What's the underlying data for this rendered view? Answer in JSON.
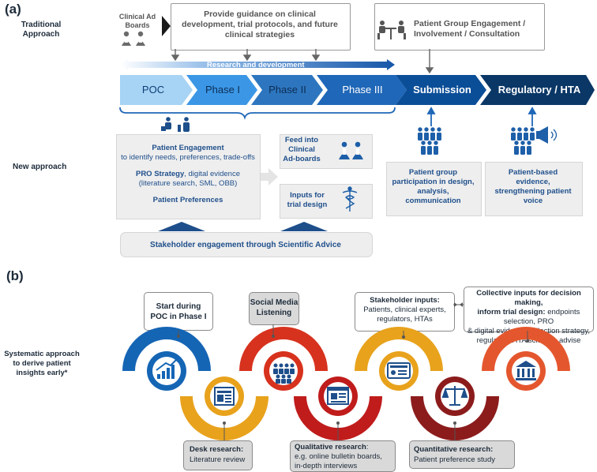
{
  "panel_a": {
    "label": "(a)",
    "traditional_label_1": "Traditional",
    "traditional_label_2": "Approach",
    "clinical_ad_boards_1": "Clinical Ad",
    "clinical_ad_boards_2": "Boards",
    "guidance_1": "Provide guidance on clinical",
    "guidance_2": "development, trial protocols, and future",
    "guidance_3": "clinical strategies",
    "patient_group_1": "Patient Group Engagement /",
    "patient_group_2": "Involvement / Consultation",
    "research_development": "Research and development",
    "phases": [
      "POC",
      "Phase I",
      "Phase II",
      "Phase III",
      "Submission",
      "Regulatory / HTA"
    ],
    "new_approach_label": "New approach",
    "patient_engagement_title": "Patient Engagement",
    "patient_engagement_desc": "to identify needs, preferences, trade-offs",
    "pro_strategy_title": "PRO Strategy",
    "pro_strategy_rest": ", digital evidence",
    "pro_strategy_desc": "(literature search, SML, OBB)",
    "patient_preferences": "Patient Preferences",
    "feed_into_1": "Feed into",
    "feed_into_2": "Clinical",
    "feed_into_3": "Ad-boards",
    "inputs_trial_1": "Inputs for",
    "inputs_trial_2": "trial design",
    "patient_group_participation_1": "Patient group",
    "patient_group_participation_2": "participation in design,",
    "patient_group_participation_3": "analysis,",
    "patient_group_participation_4": "communication",
    "patient_based_1": "Patient-based",
    "patient_based_2": "evidence,",
    "patient_based_3": "strengthening patient",
    "patient_based_4": "voice",
    "stakeholder_bar": "Stakeholder engagement through Scientific Advice"
  },
  "panel_b": {
    "label": "(b)",
    "systematic_1": "Systematic approach",
    "systematic_2": "to derive patient",
    "systematic_3": "insights early*",
    "start_1": "Start during",
    "start_2": "POC in Phase I",
    "sml_1": "Social Media",
    "sml_2": "Listening",
    "stakeholder_title": "Stakeholder inputs:",
    "stakeholder_1": "Patients, clinical experts,",
    "stakeholder_2": "regulators, HTAs",
    "collective_1": "Collective inputs for decision making,",
    "collective_2": "inform trial design:",
    "collective_2b": " endpoints selection, PRO",
    "collective_3": "& digital evidence collection strategy,",
    "collective_4": "regulatory/HTA scientific advise",
    "desk_title": "Desk research:",
    "desk_desc": "Literature review",
    "qual_title": "Qualitative research",
    "qual_colon": ":",
    "qual_desc_1": "e.g. online bulletin boards,",
    "qual_desc_2": "in-depth interviews",
    "quant_title": "Quantitative research:",
    "quant_desc": "Patient preference study"
  },
  "colors": {
    "dark_blue": "#0b3d73",
    "mid_blue": "#1d63b4",
    "light_blue": "#8fc5ef",
    "orange": "#e8a21c",
    "red": "#d7321e",
    "dark_red": "#8c1c1c",
    "red_orange": "#e4572e"
  },
  "icons": [
    "doctors-icon",
    "patients-meeting-icon",
    "doctor-patient-icon",
    "crowd-icon",
    "megaphone-icon",
    "caduceus-icon",
    "growth-chart-icon",
    "newspaper-icon",
    "browser-icon",
    "id-card-icon",
    "scales-icon",
    "government-building-icon"
  ]
}
